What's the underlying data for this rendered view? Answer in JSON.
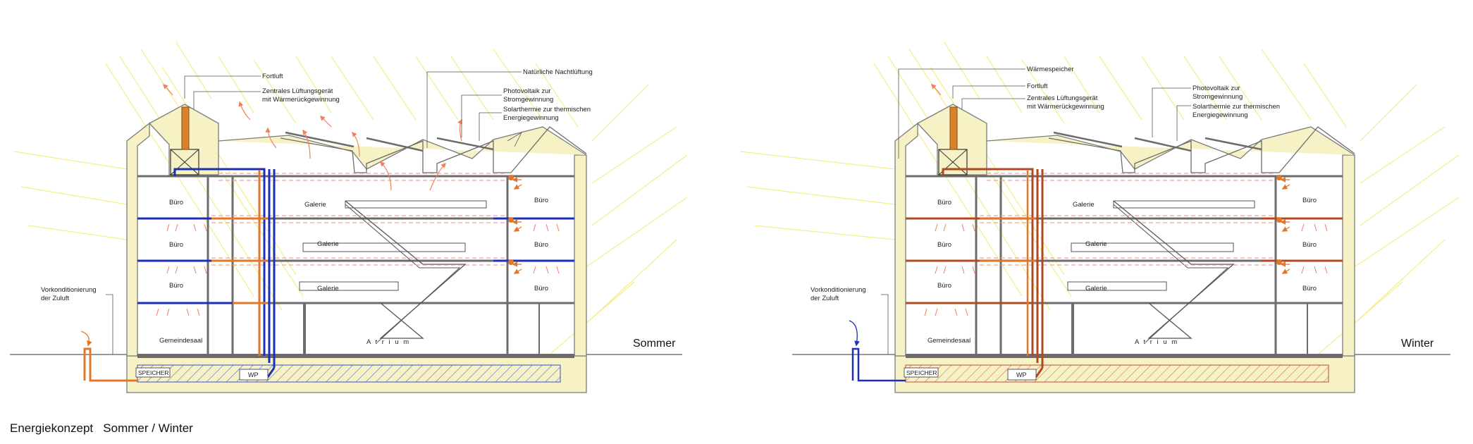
{
  "caption": "Energiekonzept   Sommer / Winter",
  "colors": {
    "sun": "#f4ee86",
    "wall": "#f6f2c6",
    "wall_stroke": "#7c7c7c",
    "structure": "#6c6c6c",
    "cool_pipe": "#1d2fb6",
    "warm_pipe": "#b0491f",
    "orange": "#e0772b",
    "roof_arrow": "#f2805a",
    "floor_dash": "#e9a79a"
  },
  "panels": [
    {
      "season": "Sommer",
      "pipe_color": "cool",
      "storage_pattern": "cool",
      "labels": {
        "fortluft": "Fortluft",
        "lueftung_1": "Zentrales Lüftungsgerät",
        "lueftung_2": "mit Wärmerückgewinnung",
        "nachtlueftung": "Natürliche Nachtlüftung",
        "pv_1": "Photovoltaik zur",
        "pv_2": "Stromgewinnung",
        "st_1": "Solarthermie zur thermischen",
        "st_2": "Energiegewinnung",
        "vork_1": "Vorkonditionierung",
        "vork_2": "der Zuluft",
        "buero": "Büro",
        "galerie": "Galerie",
        "gemeindesaal": "Gemeindesaal",
        "atrium": "A t r i u m",
        "speicher": "SPEICHER",
        "wp": "WP"
      }
    },
    {
      "season": "Winter",
      "pipe_color": "warm",
      "storage_pattern": "warm",
      "labels": {
        "waermespeicher": "Wärmespeicher",
        "fortluft": "Fortluft",
        "lueftung_1": "Zentrales Lüftungsgerät",
        "lueftung_2": "mit Wärmerückgewinnung",
        "pv_1": "Photovoltaik zur",
        "pv_2": "Stromgewinnung",
        "st_1": "Solarthermie zur thermischen",
        "st_2": "Energiegewinnung",
        "vork_1": "Vorkonditionierung",
        "vork_2": "der Zuluft",
        "buero": "Büro",
        "galerie": "Galerie",
        "gemeindesaal": "Gemeindesaal",
        "atrium": "A t r i u m",
        "speicher": "SPEICHER",
        "wp": "WP"
      }
    }
  ]
}
